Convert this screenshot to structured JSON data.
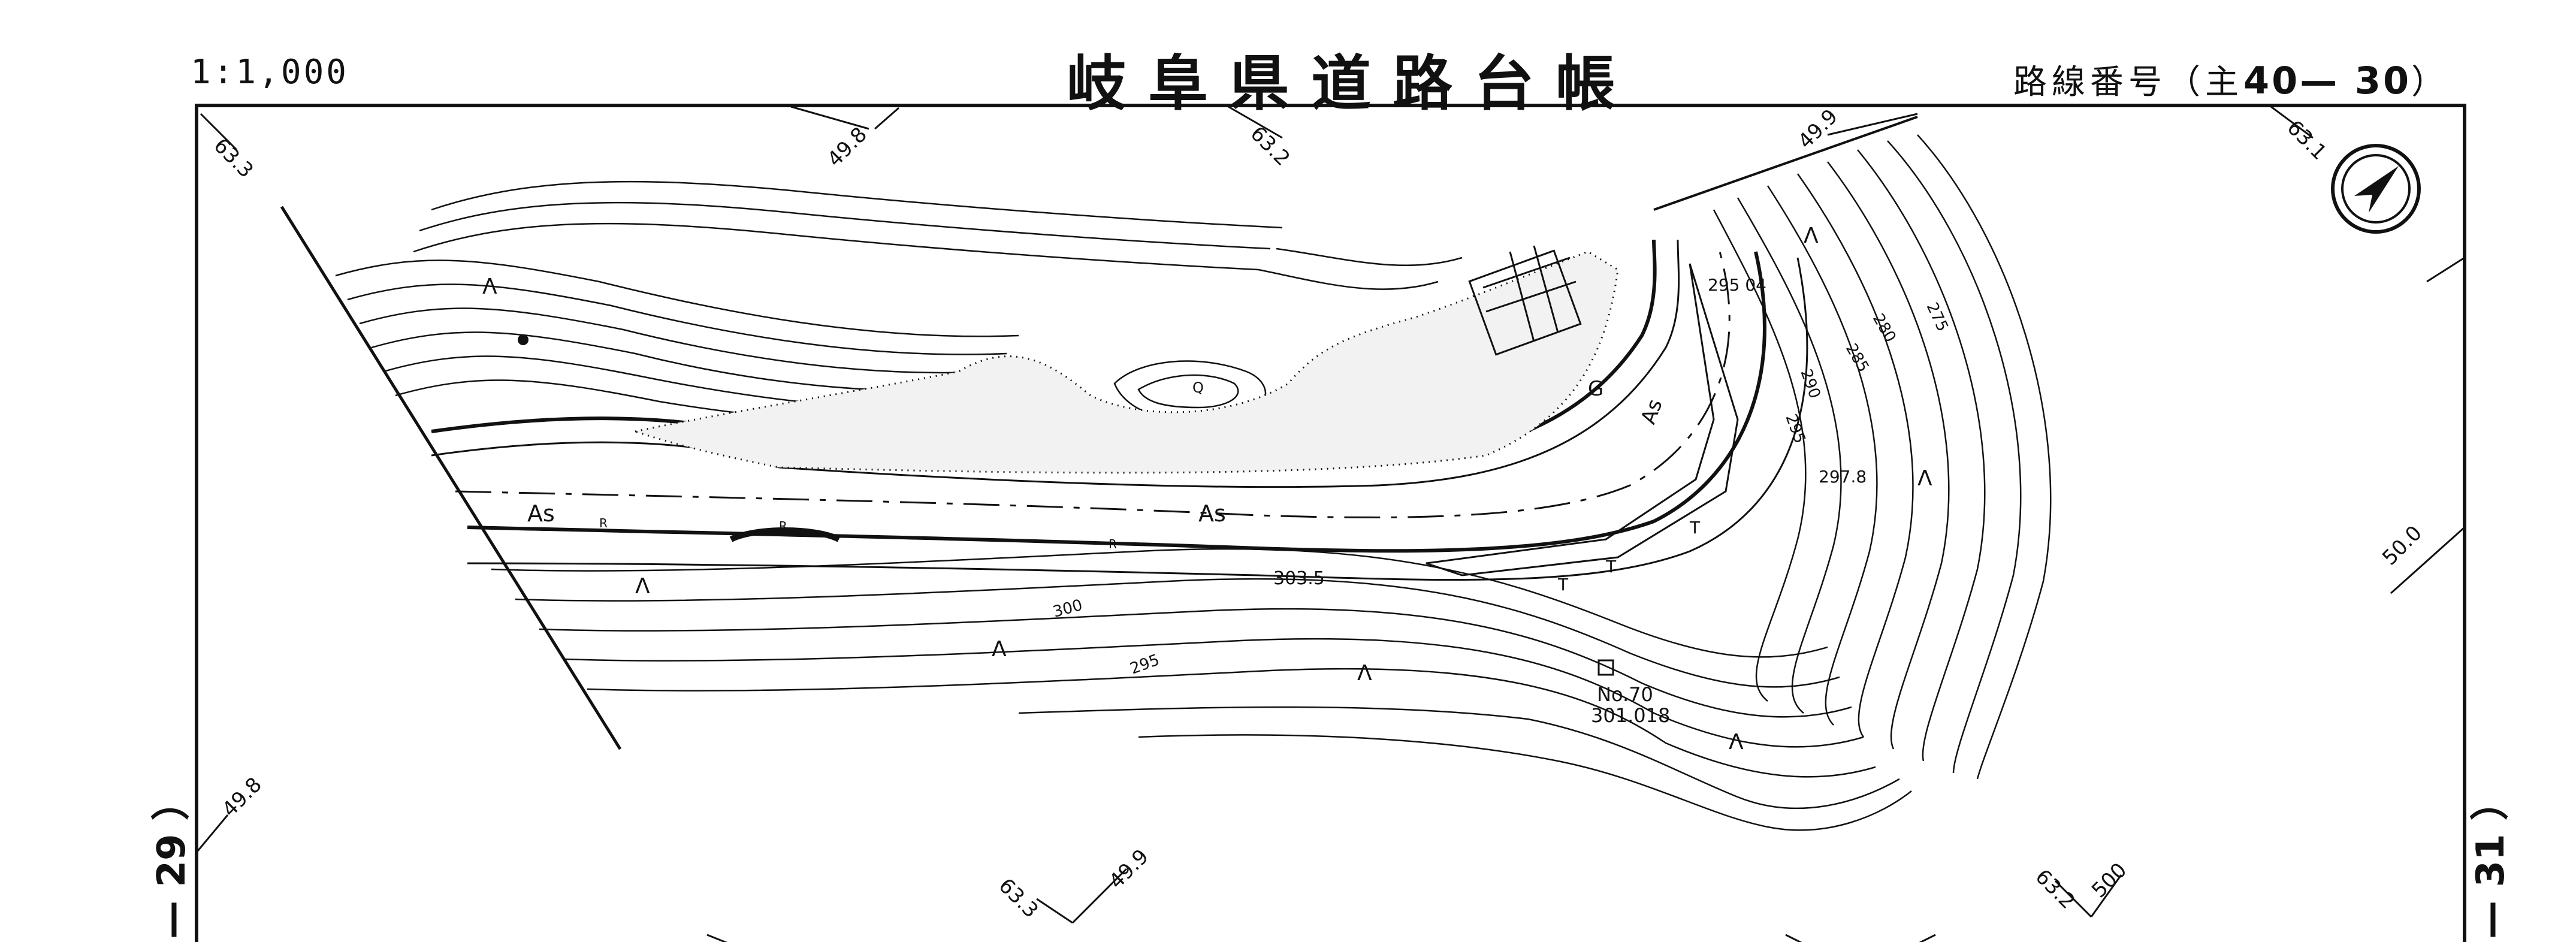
{
  "header": {
    "scale": "1:1,000",
    "title": "岐阜県道路台帳",
    "route_prefix": "路線番号（主",
    "route_number": "40— 30",
    "route_suffix": "）"
  },
  "sheet_refs": {
    "left": "— 29 ）",
    "right": "— 31 ）"
  },
  "grid_labels": [
    "63.3",
    "49.8",
    "63.2",
    "49.9",
    "63.1",
    "50.0",
    "49.8",
    "63.3",
    "49.9",
    "63.2",
    "500"
  ],
  "road_labels": {
    "pavement_1": "As",
    "pavement_2": "As",
    "pavement_3": "As",
    "gravel": "G",
    "r_marks": [
      "R",
      "R",
      "R"
    ]
  },
  "elevations": {
    "e1": "295 04",
    "e2": "297.8",
    "e3": "303.5",
    "contour_300": "300",
    "contour_295a": "295",
    "contour_295b": "295",
    "contour_290": "290",
    "contour_285": "285",
    "contour_280": "280",
    "contour_275": "275"
  },
  "station": {
    "number": "No.70",
    "elevation": "301.018"
  },
  "symbols": {
    "grass": "Λ",
    "orchard": "Q",
    "paddy": "T"
  },
  "icons": {
    "north_arrow": "north-arrow-icon"
  }
}
